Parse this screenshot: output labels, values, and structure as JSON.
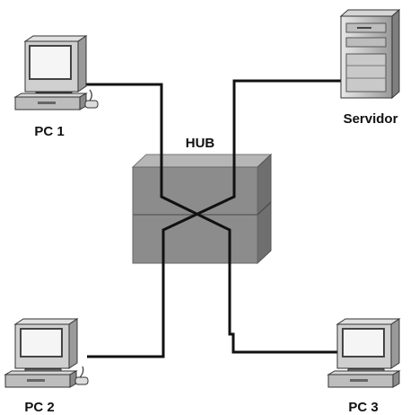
{
  "diagram": {
    "hub_label": "HUB",
    "nodes": {
      "pc1": {
        "label": "PC 1"
      },
      "pc2": {
        "label": "PC 2"
      },
      "pc3": {
        "label": "PC 3"
      },
      "server": {
        "label": "Servidor"
      }
    }
  },
  "colors": {
    "cable": "#111111",
    "hub_front": "#8a8a8a",
    "hub_side": "#6e6e6e",
    "hub_top": "#b4b4b4",
    "device_body": "#c8c8c8"
  }
}
